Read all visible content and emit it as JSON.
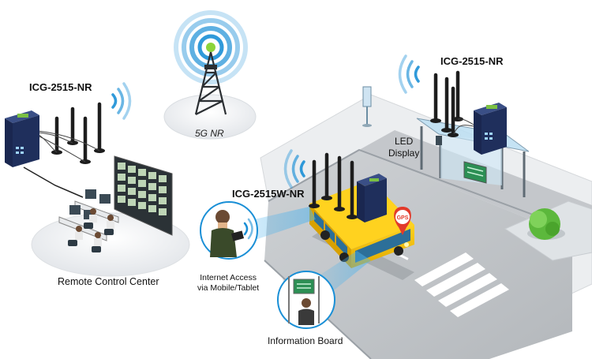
{
  "labels": {
    "fiveg": "5G NR",
    "device_left": "ICG-2515-NR",
    "device_right": "ICG-2515-NR",
    "device_bus": "ICG-2515W-NR",
    "led_line1": "LED",
    "led_line2": "Display",
    "gps": "GPS",
    "remote_center": "Remote Control Center",
    "internet_line1": "Internet Access",
    "internet_line2": "via Mobile/Tablet",
    "info_board": "Information Board"
  },
  "colors": {
    "wifi_blue": "#1a8fd6",
    "bus_yellow": "#f5c200",
    "gps_red": "#e23a2a",
    "road_gray": "#bfc3c7",
    "device_navy": "#1f2f5c",
    "tree_green": "#5cb83c"
  }
}
